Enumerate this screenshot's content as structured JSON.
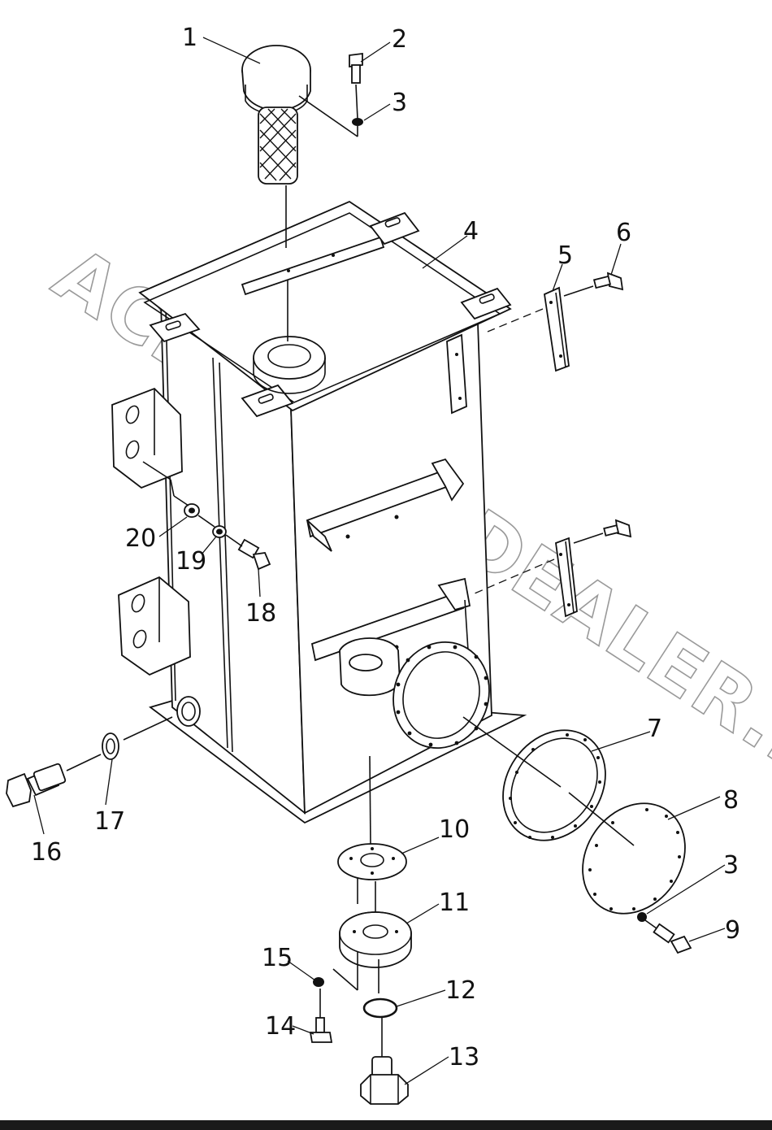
{
  "watermark": "ACMEAUTODEALER.RU",
  "parts": [
    {
      "id": "1"
    },
    {
      "id": "2"
    },
    {
      "id": "3"
    },
    {
      "id": "4"
    },
    {
      "id": "5"
    },
    {
      "id": "6"
    },
    {
      "id": "7"
    },
    {
      "id": "8"
    },
    {
      "id": "3b",
      "label": "3"
    },
    {
      "id": "9"
    },
    {
      "id": "10"
    },
    {
      "id": "11"
    },
    {
      "id": "12"
    },
    {
      "id": "13"
    },
    {
      "id": "14"
    },
    {
      "id": "15"
    },
    {
      "id": "16"
    },
    {
      "id": "17"
    },
    {
      "id": "18"
    },
    {
      "id": "19"
    },
    {
      "id": "20"
    }
  ],
  "labels": {
    "p1": "1",
    "p2": "2",
    "p3": "3",
    "p4": "4",
    "p5": "5",
    "p6": "6",
    "p7": "7",
    "p8": "8",
    "p3b": "3",
    "p9": "9",
    "p10": "10",
    "p11": "11",
    "p12": "12",
    "p13": "13",
    "p14": "14",
    "p15": "15",
    "p16": "16",
    "p17": "17",
    "p18": "18",
    "p19": "19",
    "p20": "20"
  },
  "colors": {
    "ink": "#111111",
    "watermark": "#9a9a9a",
    "background": "#ffffff"
  }
}
